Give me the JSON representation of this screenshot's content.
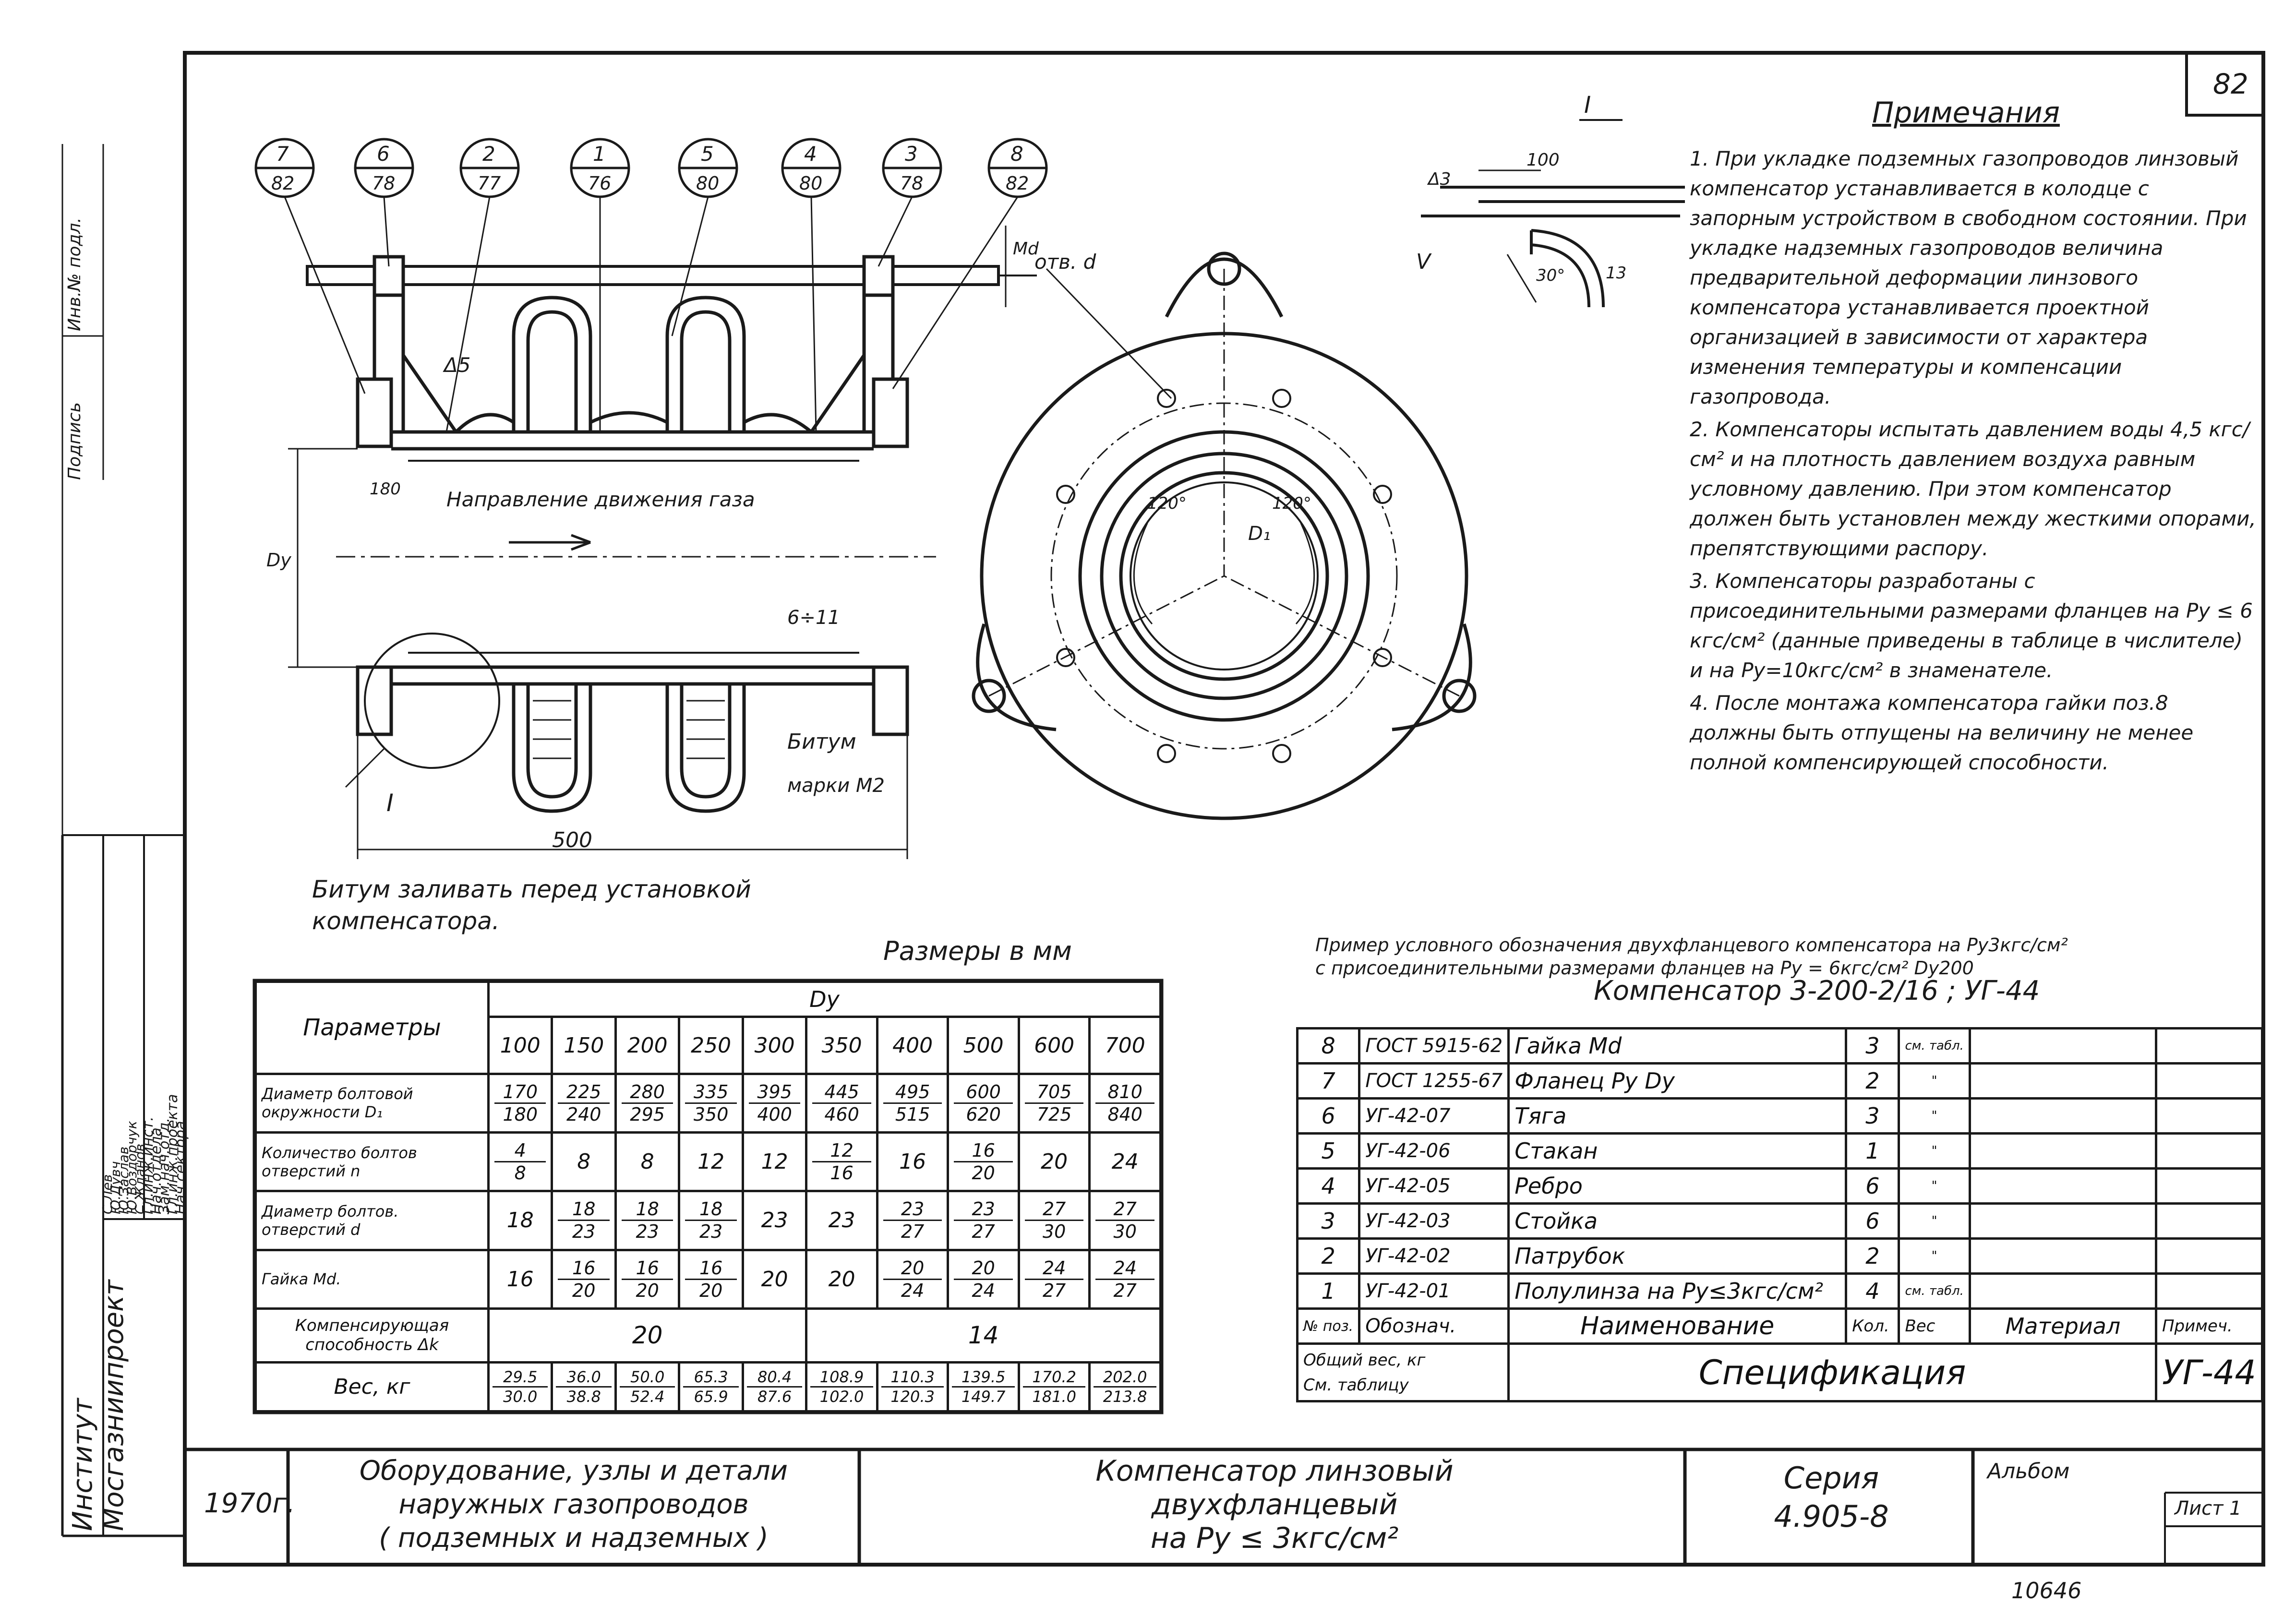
{
  "sheet_number": "82",
  "archive_number": "10646",
  "institute": {
    "line1": "Институт",
    "line2": "Мосгазниипроект"
  },
  "signatures_block": {
    "roles": [
      "Гл.инж.инст.",
      "Нач.отдела",
      "Зам.нач.отд.",
      "Гл.инж.проекта",
      "Нач.сектора"
    ],
    "names": [
      "С.Лев",
      "Ю.Дувч",
      "Ю.Заслав",
      "Ю.Воздорчук",
      "С.Жданов"
    ],
    "top_label": "Инв.№ подл.",
    "top_label2": "Подпись"
  },
  "balloons": [
    {
      "num": "7",
      "sheet": "82"
    },
    {
      "num": "6",
      "sheet": "78"
    },
    {
      "num": "2",
      "sheet": "77"
    },
    {
      "num": "1",
      "sheet": "76"
    },
    {
      "num": "5",
      "sheet": "80"
    },
    {
      "num": "4",
      "sheet": "80"
    },
    {
      "num": "3",
      "sheet": "78"
    },
    {
      "num": "8",
      "sheet": "82"
    }
  ],
  "section_labels": {
    "gas_direction": "Направление движения газа",
    "dim_500": "500",
    "dim_180": "180",
    "dim_Du": "Dу",
    "dim_6_11": "6÷11",
    "delta5": "Δ5",
    "bitumen": "Битум",
    "bitumen_mark": "марки М2",
    "node": "I",
    "md": "Md",
    "holes": "отв. d",
    "d1": "D₁",
    "angle1": "120°",
    "angle2": "120°"
  },
  "bitumen_note": "Битум заливать перед установкой компенсатора.",
  "detail": {
    "title": "I",
    "dim100": "100",
    "weld1": "Δ3",
    "weld2": "V",
    "angle": "30°",
    "dim13": "13"
  },
  "notes_title": "Примечания",
  "notes": [
    "1. При укладке подземных газопроводов линзовый компенсатор устанавливается в колодце с запорным устройством в свободном состоянии. При укладке надземных газопроводов величина предварительной деформации линзового компенсатора устанавливается проектной организацией в зависимости от характера изменения температуры и компенсации газопровода.",
    "2. Компенсаторы испытать давлением воды 4,5 кгс/см² и на плотность давлением воздуха равным условному давлению. При этом компенсатор должен быть установлен между жесткими опорами, препятствующими распору.",
    "3. Компенсаторы разработаны с присоединительными размерами фланцев на Pу ≤ 6 кгс/см² (данные приведены в таблице в числителе) и на Pу=10кгс/см² в знаменателе.",
    "4. После монтажа компенсатора гайки поз.8 должны быть отпущены на величину не менее полной компенсирующей способности."
  ],
  "example": {
    "line1": "Пример условного обозначения двухфланцевого компенсатора на Pу3кгс/см²",
    "line2": "с присоединительными размерами фланцев на Pу = 6кгс/см² Dу200",
    "designation": "Компенсатор 3-200-2/16 ; УГ-44"
  },
  "dims_table": {
    "title": "Размеры в мм",
    "param_header": "Параметры",
    "du_header": "Dу",
    "du_values": [
      "100",
      "150",
      "200",
      "250",
      "300",
      "350",
      "400",
      "500",
      "600",
      "700"
    ],
    "rows": [
      {
        "name": "Диаметр болтовой окружности D₁",
        "cells": [
          [
            "170",
            "180"
          ],
          [
            "225",
            "240"
          ],
          [
            "280",
            "295"
          ],
          [
            "335",
            "350"
          ],
          [
            "395",
            "400"
          ],
          [
            "445",
            "460"
          ],
          [
            "495",
            "515"
          ],
          [
            "600",
            "620"
          ],
          [
            "705",
            "725"
          ],
          [
            "810",
            "840"
          ]
        ]
      },
      {
        "name": "Количество болтов отверстий n",
        "cells": [
          [
            "4",
            "8"
          ],
          [
            "8",
            ""
          ],
          [
            "8",
            ""
          ],
          [
            "12",
            ""
          ],
          [
            "12",
            ""
          ],
          [
            "12",
            "16"
          ],
          [
            "16",
            ""
          ],
          [
            "16",
            "20"
          ],
          [
            "20",
            ""
          ],
          [
            "24",
            ""
          ]
        ]
      },
      {
        "name": "Диаметр болтов. отверстий d",
        "cells": [
          [
            "18",
            ""
          ],
          [
            "18",
            "23"
          ],
          [
            "18",
            "23"
          ],
          [
            "18",
            "23"
          ],
          [
            "23",
            ""
          ],
          [
            "23",
            ""
          ],
          [
            "23",
            "27"
          ],
          [
            "23",
            "27"
          ],
          [
            "27",
            "30"
          ],
          [
            "27",
            "30"
          ]
        ]
      },
      {
        "name": "Гайка Md.",
        "cells": [
          [
            "16",
            ""
          ],
          [
            "16",
            "20"
          ],
          [
            "16",
            "20"
          ],
          [
            "16",
            "20"
          ],
          [
            "20",
            ""
          ],
          [
            "20",
            ""
          ],
          [
            "20",
            "24"
          ],
          [
            "20",
            "24"
          ],
          [
            "24",
            "27"
          ],
          [
            "24",
            "27"
          ]
        ]
      }
    ],
    "comp_row": {
      "name": "Компенсирующая способность Δk",
      "left": "20",
      "right": "14"
    },
    "mass_row": {
      "name": "Вес, кг",
      "cells": [
        [
          "29.5",
          "30.0"
        ],
        [
          "36.0",
          "38.8"
        ],
        [
          "50.0",
          "52.4"
        ],
        [
          "65.3",
          "65.9"
        ],
        [
          "80.4",
          "87.6"
        ],
        [
          "108.9",
          "102.0"
        ],
        [
          "110.3",
          "120.3"
        ],
        [
          "139.5",
          "149.7"
        ],
        [
          "170.2",
          "181.0"
        ],
        [
          "202.0",
          "213.8"
        ]
      ]
    }
  },
  "spec_table": {
    "rows": [
      {
        "pos": "8",
        "doc": "ГОСТ 5915-62",
        "name": "Гайка Md",
        "qty": "3",
        "mass": "см. табл.",
        "material": "",
        "note": ""
      },
      {
        "pos": "7",
        "doc": "ГОСТ 1255-67",
        "name": "Фланец Pу Dу",
        "qty": "2",
        "mass": "\"",
        "material": "",
        "note": ""
      },
      {
        "pos": "6",
        "doc": "УГ-42-07",
        "name": "Тяга",
        "qty": "3",
        "mass": "\"",
        "material": "",
        "note": ""
      },
      {
        "pos": "5",
        "doc": "УГ-42-06",
        "name": "Стакан",
        "qty": "1",
        "mass": "\"",
        "material": "",
        "note": ""
      },
      {
        "pos": "4",
        "doc": "УГ-42-05",
        "name": "Ребро",
        "qty": "6",
        "mass": "\"",
        "material": "",
        "note": ""
      },
      {
        "pos": "3",
        "doc": "УГ-42-03",
        "name": "Стойка",
        "qty": "6",
        "mass": "\"",
        "material": "",
        "note": ""
      },
      {
        "pos": "2",
        "doc": "УГ-42-02",
        "name": "Патрубок",
        "qty": "2",
        "mass": "\"",
        "material": "",
        "note": ""
      },
      {
        "pos": "1",
        "doc": "УГ-42-01",
        "name": "Полулинза на Pу≤3кгс/см²",
        "qty": "4",
        "mass": "см. табл.",
        "material": "",
        "note": ""
      }
    ],
    "header": {
      "pos": "№ поз.",
      "doc": "Обознач.",
      "name": "Наименование",
      "qty": "Кол.",
      "mass": "Вес",
      "material": "Материал",
      "note": "Примеч."
    },
    "footer1": "Общий вес, кг",
    "footer2": "См. таблицу",
    "spec_title": "Спецификация",
    "code": "УГ-44"
  },
  "title_block": {
    "year": "1970г.",
    "desc_line1": "Оборудование, узлы и детали",
    "desc_line2": "наружных газопроводов",
    "desc_line3": "( подземных и надземных )",
    "name_line1": "Компенсатор линзовый",
    "name_line2": "двухфланцевый",
    "name_line3": "на Pу ≤ 3кгс/см²",
    "series_label": "Серия",
    "series_value": "4.905-8",
    "album": "Альбом",
    "sheet": "Лист 1"
  }
}
